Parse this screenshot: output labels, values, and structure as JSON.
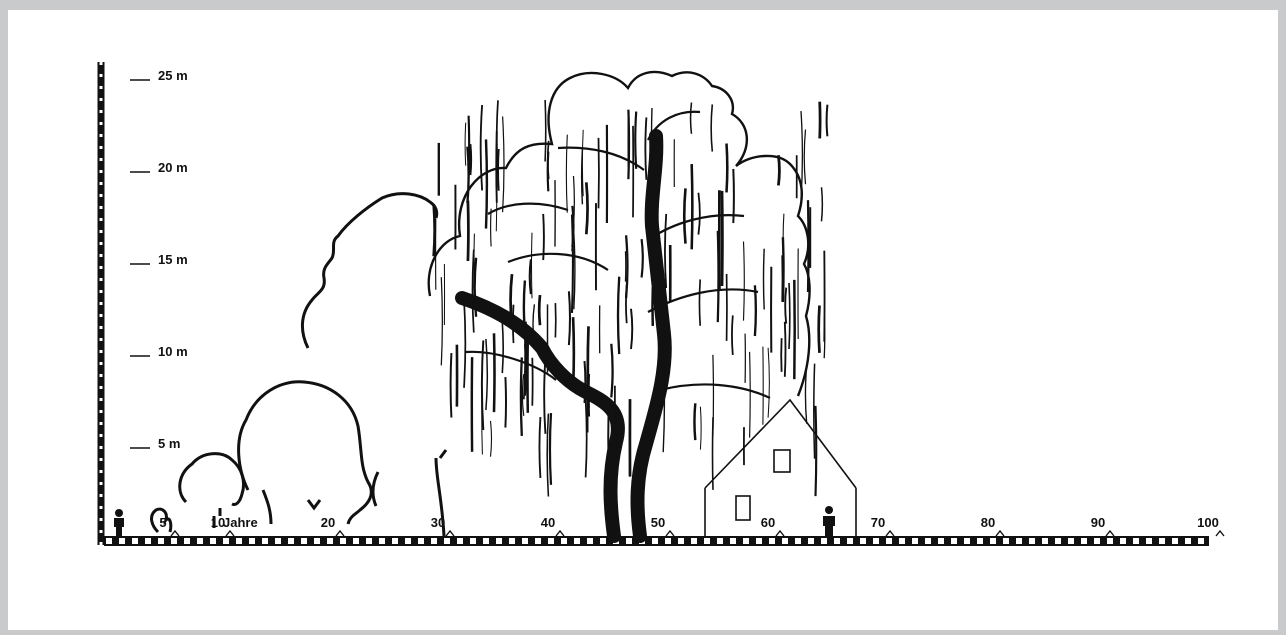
{
  "title": "",
  "y_axis": {
    "ticks": [
      {
        "value": 25,
        "label": "25 m"
      },
      {
        "value": 20,
        "label": "20 m"
      },
      {
        "value": 15,
        "label": "15 m"
      },
      {
        "value": 10,
        "label": "10 m"
      },
      {
        "value": 5,
        "label": "5 m"
      }
    ]
  },
  "x_axis": {
    "unit_label": "Jahre",
    "ticks": [
      {
        "value": 5,
        "label": "5"
      },
      {
        "value": 10,
        "label": "10"
      },
      {
        "value": 20,
        "label": "20"
      },
      {
        "value": 30,
        "label": "30"
      },
      {
        "value": 40,
        "label": "40"
      },
      {
        "value": 50,
        "label": "50"
      },
      {
        "value": 60,
        "label": "60"
      },
      {
        "value": 70,
        "label": "70"
      },
      {
        "value": 80,
        "label": "80"
      },
      {
        "value": 90,
        "label": "90"
      },
      {
        "value": 100,
        "label": "100"
      }
    ]
  },
  "colors": {
    "ink": "#111111",
    "frame": "#c9cacc",
    "paper": "#ffffff"
  }
}
